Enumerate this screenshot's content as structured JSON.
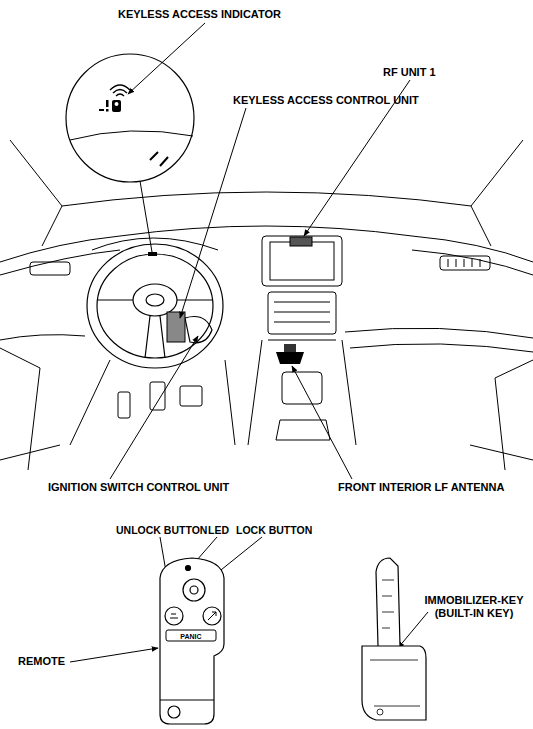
{
  "diagram": {
    "labels": [
      "KEYLESS ACCESS INDICATOR",
      "RF UNIT 1",
      "KEYLESS ACCESS CONTROL UNIT",
      "IGNITION SWITCH CONTROL UNIT",
      "FRONT INTERIOR LF ANTENNA",
      "UNLOCK BUTTON",
      "LED",
      "LOCK BUTTON",
      "IMMOBILIZER-KEY (BUILT-IN KEY)",
      "REMOTE",
      "PANIC"
    ]
  }
}
